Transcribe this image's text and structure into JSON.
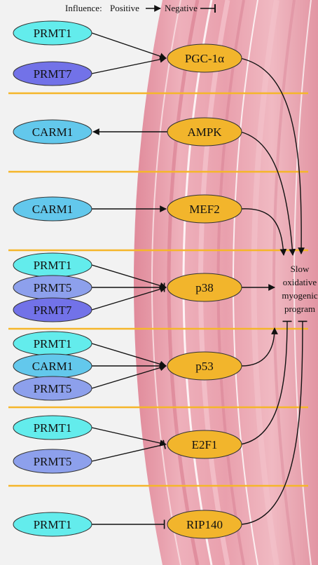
{
  "legend": {
    "influence_label": "Influence:",
    "positive_label": "Positive",
    "negative_label": "Negative"
  },
  "target": {
    "lines": [
      "Slow",
      "oxidative",
      "myogenic",
      "program"
    ]
  },
  "colors": {
    "PRMT1": "#63ecec",
    "CARM1": "#63c8ec",
    "PRMT5": "#8da0ec",
    "PRMT7": "#7272e8",
    "regulator": "#f2b52c",
    "divider": "#f5b62a",
    "muscle": "#eba5b0"
  },
  "rows": [
    {
      "regulator": "PGC-1α",
      "inputs": [
        {
          "label": "PRMT1",
          "effect": "positive"
        },
        {
          "label": "PRMT7",
          "effect": "positive"
        }
      ]
    },
    {
      "regulator": "AMPK",
      "inputs": [
        {
          "label": "CARM1",
          "effect": "reverse-positive"
        }
      ]
    },
    {
      "regulator": "MEF2",
      "inputs": [
        {
          "label": "CARM1",
          "effect": "positive"
        }
      ]
    },
    {
      "regulator": "p38",
      "inputs": [
        {
          "label": "PRMT1",
          "effect": "positive"
        },
        {
          "label": "PRMT5",
          "effect": "negative"
        },
        {
          "label": "PRMT7",
          "effect": "positive"
        }
      ]
    },
    {
      "regulator": "p53",
      "inputs": [
        {
          "label": "PRMT1",
          "effect": "positive"
        },
        {
          "label": "CARM1",
          "effect": "positive"
        },
        {
          "label": "PRMT5",
          "effect": "positive"
        }
      ]
    },
    {
      "regulator": "E2F1",
      "inputs": [
        {
          "label": "PRMT1",
          "effect": "positive"
        },
        {
          "label": "PRMT5",
          "effect": "negative"
        }
      ]
    },
    {
      "regulator": "RIP140",
      "inputs": [
        {
          "label": "PRMT1",
          "effect": "negative"
        }
      ]
    }
  ],
  "outputs": [
    {
      "from": "PGC-1α",
      "effect": "positive"
    },
    {
      "from": "AMPK",
      "effect": "positive"
    },
    {
      "from": "MEF2",
      "effect": "positive"
    },
    {
      "from": "p38",
      "effect": "positive"
    },
    {
      "from": "p53",
      "effect": "positive"
    },
    {
      "from": "E2F1",
      "effect": "negative"
    },
    {
      "from": "RIP140",
      "effect": "negative"
    }
  ]
}
